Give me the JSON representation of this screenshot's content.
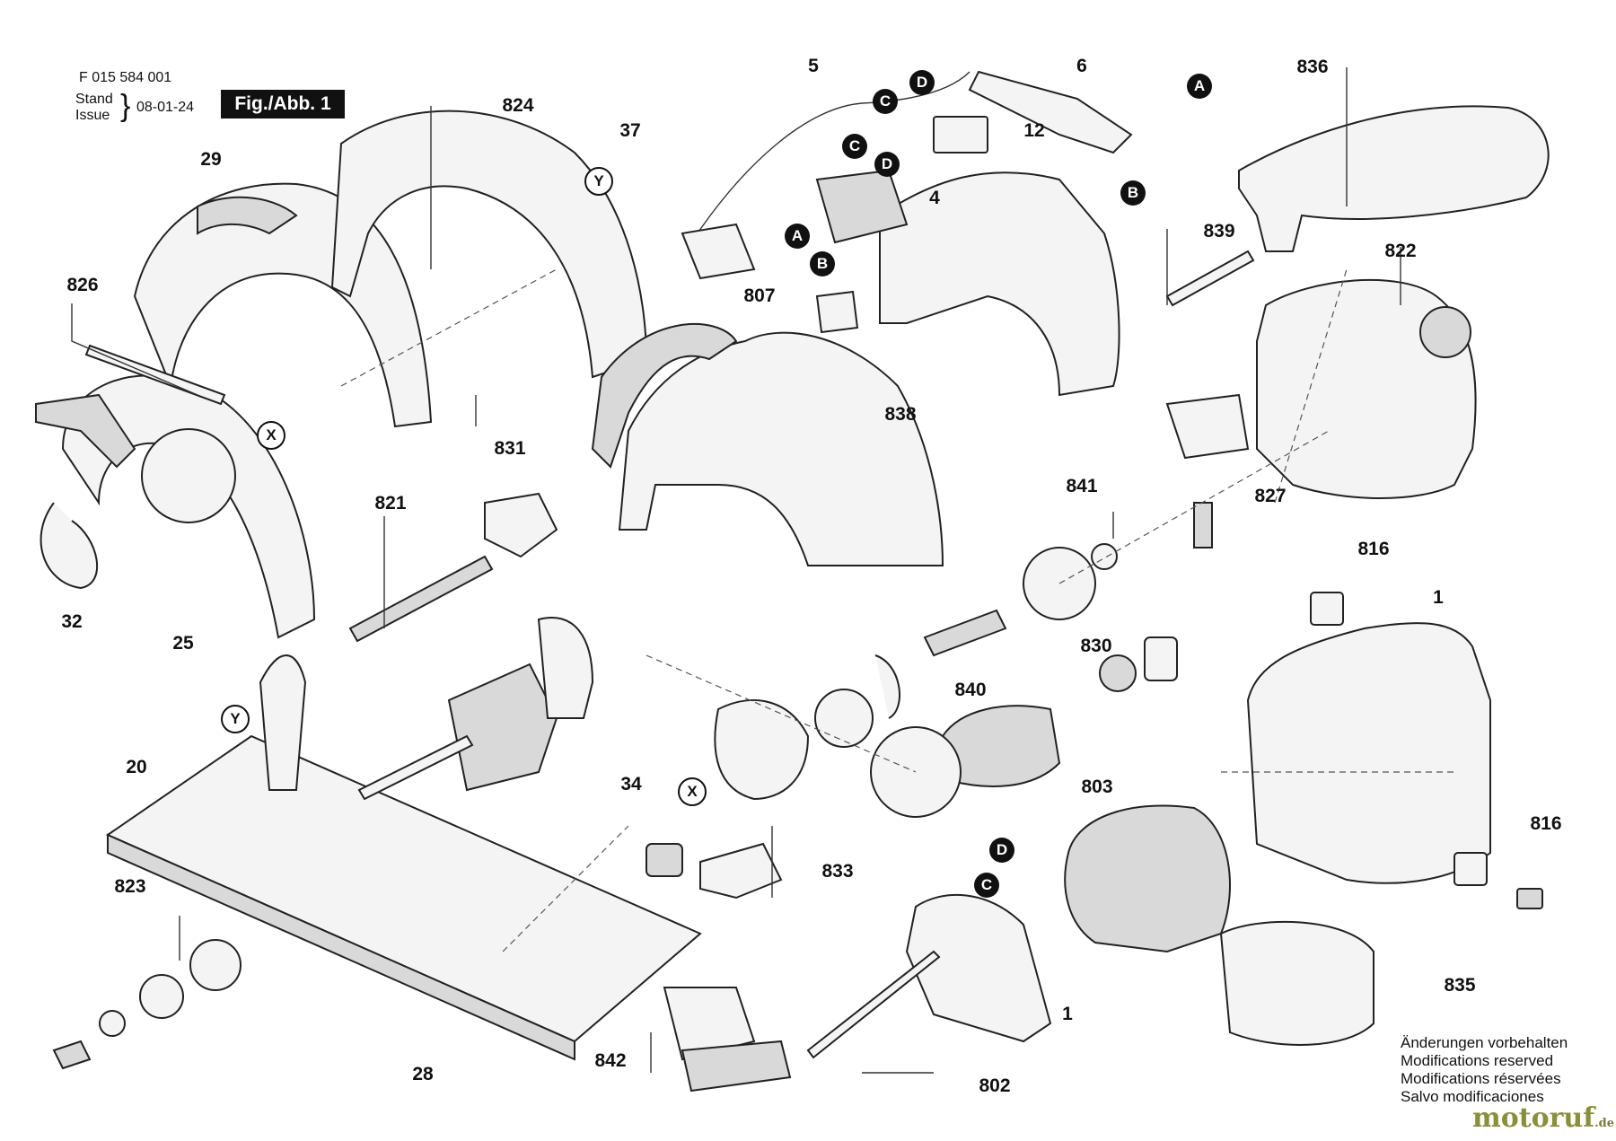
{
  "header": {
    "doc_number": "F 015 584 001",
    "stand_label": "Stand",
    "issue_label": "Issue",
    "date": "08-01-24",
    "figure_label": "Fig./Abb. 1"
  },
  "part_numbers": {
    "p5": "5",
    "p6": "6",
    "p836": "836",
    "p37": "37",
    "p824": "824",
    "p12": "12",
    "p29": "29",
    "p4": "4",
    "p839": "839",
    "p822": "822",
    "p826": "826",
    "p807": "807",
    "p838": "838",
    "p831": "831",
    "p841": "841",
    "p827": "827",
    "p821": "821",
    "p32": "32",
    "p25": "25",
    "p816a": "816",
    "p1a": "1",
    "p830": "830",
    "p840": "840",
    "p20": "20",
    "p34": "34",
    "p803": "803",
    "p816b": "816",
    "p823": "823",
    "p833": "833",
    "p835": "835",
    "p1b": "1",
    "p28": "28",
    "p842": "842",
    "p802": "802"
  },
  "connector_labels": {
    "A": "A",
    "B": "B",
    "C": "C",
    "D": "D",
    "X": "X",
    "Y": "Y"
  },
  "notes": [
    "Änderungen vorbehalten",
    "Modifications reserved",
    "Modifications réservées",
    "Salvo modificaciones"
  ],
  "watermark": {
    "text": "motoruf",
    "suffix": ".de"
  }
}
